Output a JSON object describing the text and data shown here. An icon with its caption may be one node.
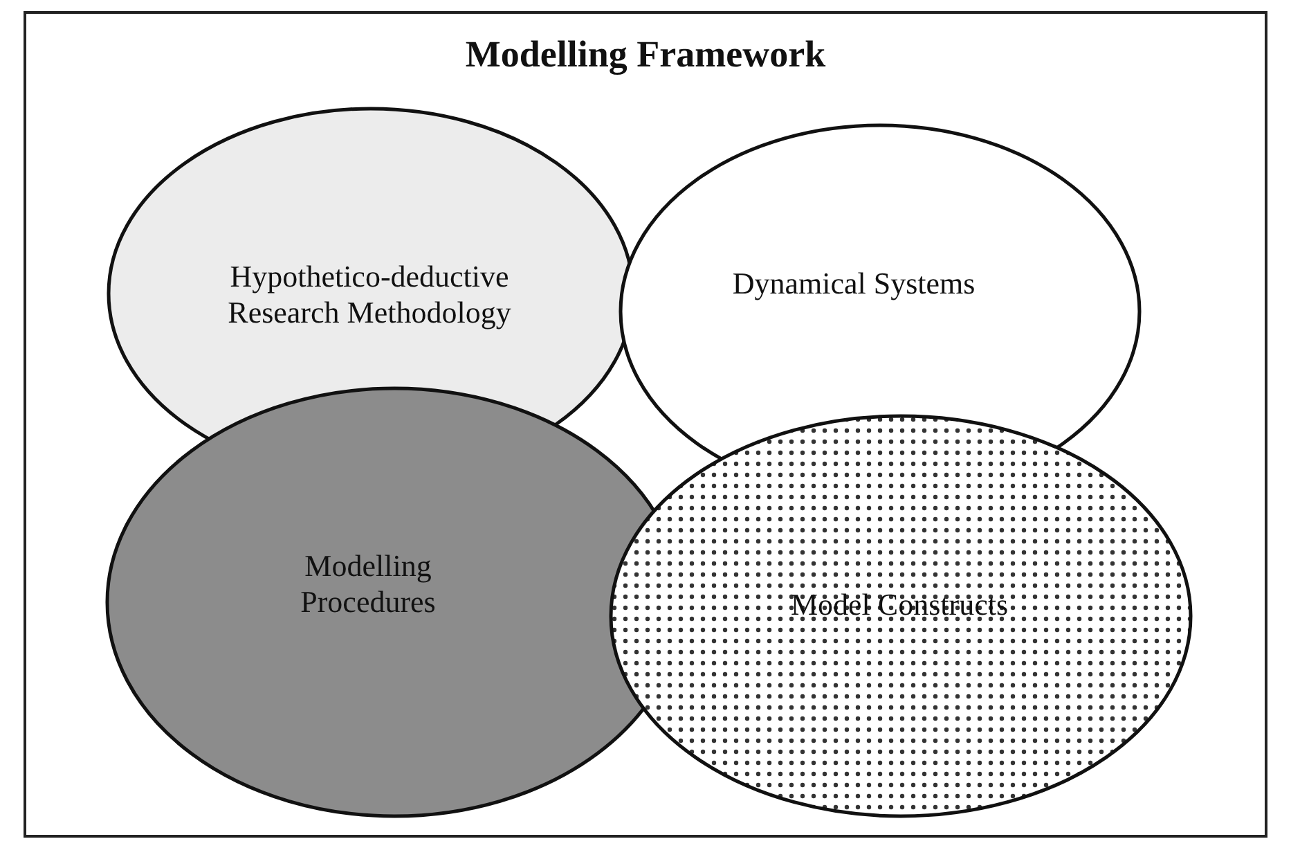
{
  "diagram": {
    "nodes": [
      {
        "text": [
          "Modelling Framework"
        ]
      },
      {
        "text": [
          "Hypothetico-deductive Research Methodology"
        ],
        "in": 0
      },
      {
        "text": [
          "Dynamical Systems"
        ],
        "in": 0
      },
      {
        "text": [
          "Modelling Procedures"
        ],
        "in": 0
      },
      {
        "text": [
          "Model Constructs"
        ],
        "in": 0
      }
    ]
  }
}
